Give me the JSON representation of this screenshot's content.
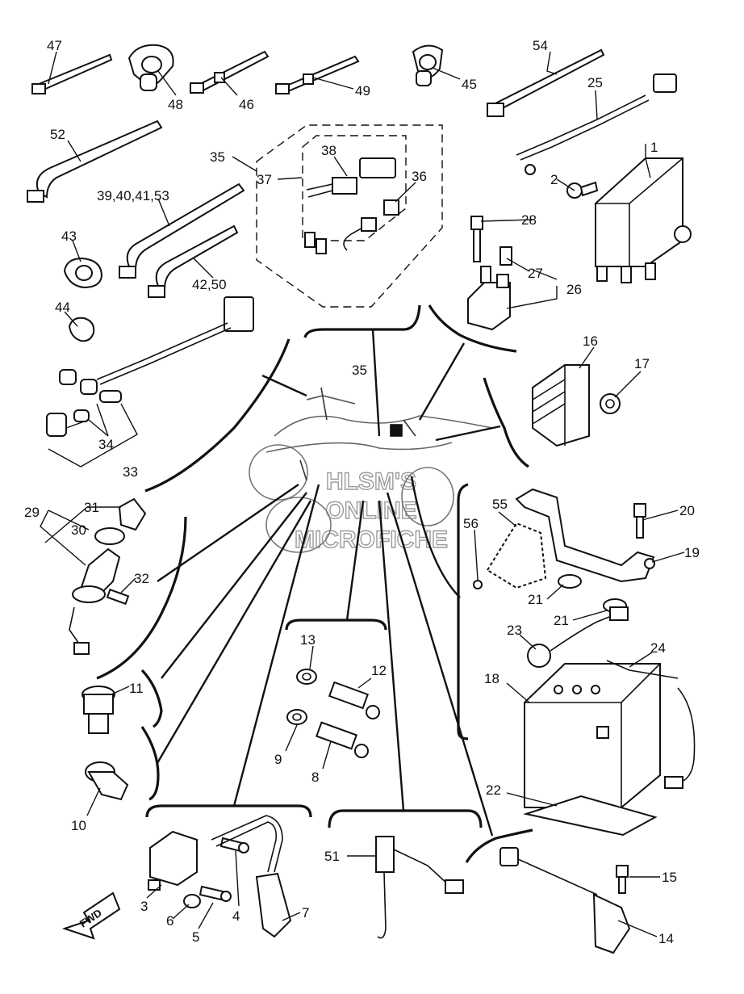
{
  "watermark": {
    "line1": "HLSM'S",
    "line2": "ONLINE",
    "line3": "MICROFICHE"
  },
  "fwd_label": "FWD",
  "callouts": {
    "p1": "1",
    "p2": "2",
    "p3": "3",
    "p4": "4",
    "p5": "5",
    "p6": "6",
    "p7": "7",
    "p8": "8",
    "p9": "9",
    "p10": "10",
    "p11": "11",
    "p12": "12",
    "p13": "13",
    "p14": "14",
    "p15": "15",
    "p16": "16",
    "p17": "17",
    "p18": "18",
    "p19": "19",
    "p20": "20",
    "p21a": "21",
    "p21b": "21",
    "p22": "22",
    "p23": "23",
    "p24": "24",
    "p25": "25",
    "p26": "26",
    "p27": "27",
    "p28": "28",
    "p29": "29",
    "p30": "30",
    "p31": "31",
    "p32": "32",
    "p33": "33",
    "p34": "34",
    "p35a": "35",
    "p35b": "35",
    "p36": "36",
    "p37": "37",
    "p38": "38",
    "p39": "39,40,41,53",
    "p42": "42,50",
    "p43": "43",
    "p44": "44",
    "p45": "45",
    "p46": "46",
    "p47": "47",
    "p48": "48",
    "p49": "49",
    "p51": "51",
    "p52": "52",
    "p54": "54",
    "p55": "55",
    "p56": "56"
  }
}
